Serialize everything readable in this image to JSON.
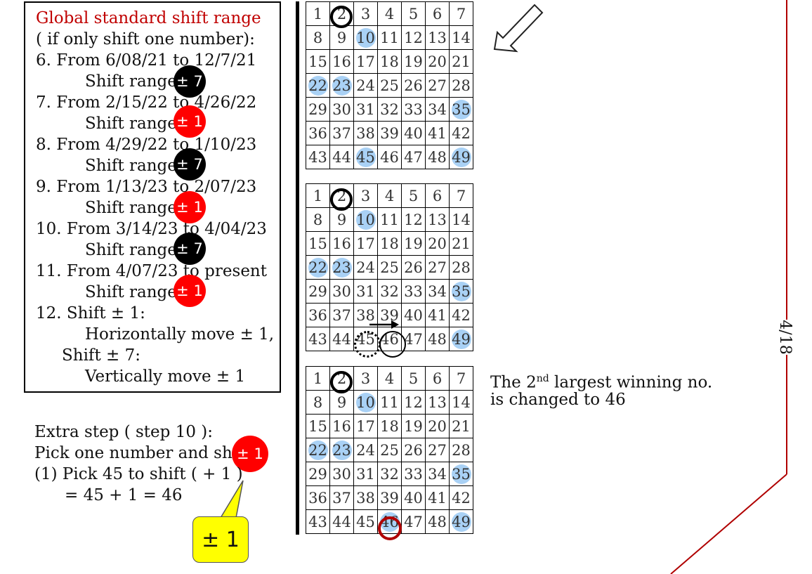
{
  "rules": {
    "title": "Global standard shift range",
    "subtitle": "( if only shift one number):",
    "items": [
      {
        "period": "6. From 6/08/21 to 12/7/21",
        "shift_label": "Shift range:",
        "badge": "± 7",
        "badge_color": "#000000"
      },
      {
        "period": "7. From 2/15/22 to 4/26/22",
        "shift_label": "Shift range:",
        "badge": "± 1",
        "badge_color": "#ff0000"
      },
      {
        "period": "8. From 4/29/22 to 1/10/23",
        "shift_label": "Shift range:",
        "badge": "± 7",
        "badge_color": "#000000"
      },
      {
        "period": "9. From 1/13/23 to 2/07/23",
        "shift_label": "Shift range:",
        "badge": "± 1",
        "badge_color": "#ff0000"
      },
      {
        "period": "10. From 3/14/23 to 4/04/23",
        "shift_label": "Shift range:",
        "badge": "± 7",
        "badge_color": "#000000"
      },
      {
        "period": "11. From 4/07/23 to present",
        "shift_label": "Shift range:",
        "badge": "± 1",
        "badge_color": "#ff0000"
      }
    ],
    "shift_rule": {
      "l1": "12. Shift ± 1:",
      "l2": "Horizontally move ± 1,",
      "l3": "Shift ± 7:",
      "l4": "Vertically move ± 1"
    }
  },
  "extra_step": {
    "l1": "Extra step ( step 10 ):",
    "l2": "Pick one number and shift",
    "badge": "± 1",
    "l3": "(1) Pick 45 to shift ( + 1 )",
    "l4": "= 45 + 1 = 46",
    "callout": "± 1"
  },
  "grids": {
    "numbers": [
      1,
      2,
      3,
      4,
      5,
      6,
      7,
      8,
      9,
      10,
      11,
      12,
      13,
      14,
      15,
      16,
      17,
      18,
      19,
      20,
      21,
      22,
      23,
      24,
      25,
      26,
      27,
      28,
      29,
      30,
      31,
      32,
      33,
      34,
      35,
      36,
      37,
      38,
      39,
      40,
      41,
      42,
      43,
      44,
      45,
      46,
      47,
      48,
      49
    ],
    "grid1_highlights": [
      10,
      22,
      23,
      35,
      45,
      49
    ],
    "grid2_highlights": [
      10,
      22,
      23,
      35,
      49
    ],
    "grid3_highlights": [
      10,
      22,
      23,
      35,
      46,
      49
    ]
  },
  "note": {
    "l1_pre": "The 2",
    "l1_sup": "nd",
    "l1_post": " largest winning no.",
    "l2": "is changed to 46"
  },
  "page_number": "4/18",
  "colors": {
    "highlight": "#a9d1f5",
    "red": "#ff0000",
    "dark_red": "#c00000",
    "callout_yellow": "#ffff00"
  }
}
